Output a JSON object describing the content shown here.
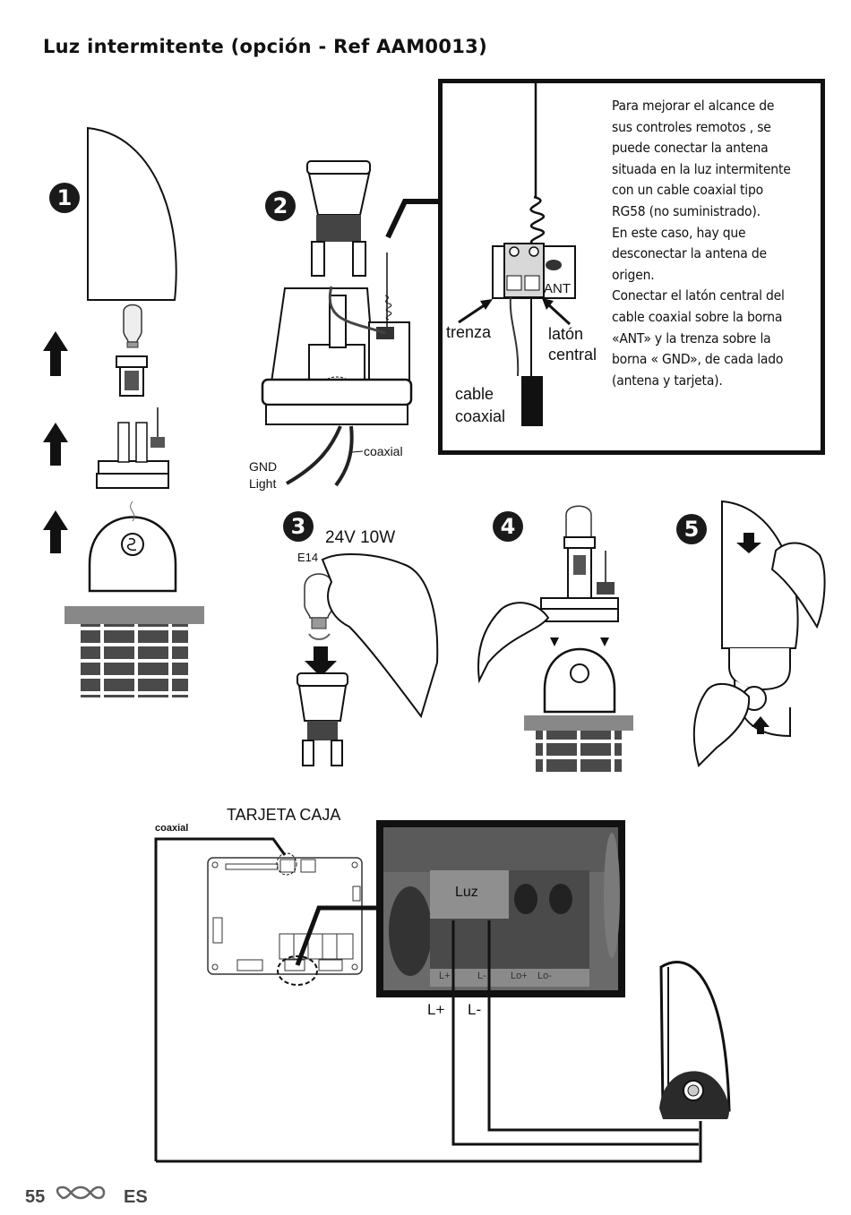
{
  "title": "Luz intermitente (opción - Ref AAM0013)",
  "steps": [
    "1",
    "2",
    "3",
    "4",
    "5"
  ],
  "info_box": {
    "text": "Para mejorar el alcance de\nsus controles remotos , se\npuede conectar la antena\nsituada en la luz intermitente\ncon un cable coaxial tipo\nRG58 (no suministrado).\nEn este caso, hay que\ndesconectar la antena de\norigen.\nConectar el latón central del\ncable coaxial sobre la borna\n«ANT» y la trenza sobre la\nborna « GND», de cada lado\n(antena y tarjeta).",
    "ant_label": "ANT",
    "trenza_label": "trenza",
    "laton_central_label": "latón\ncentral",
    "cable_coaxial_label": "cable\ncoaxial"
  },
  "step2_labels": {
    "gnd_light": "GND\nLight",
    "coaxial": "coaxial"
  },
  "step3_labels": {
    "bulb_spec": "24V 10W",
    "socket": "E14"
  },
  "wiring": {
    "coaxial_label": "coaxial",
    "board_title": "TARJETA CAJA",
    "luz_label": "Luz",
    "l_plus": "L+",
    "l_minus": "L-",
    "terminal_labels": [
      "L+",
      "L-",
      "Lo+",
      "Lo-"
    ]
  },
  "footer": {
    "page_number": "55",
    "language": "ES"
  }
}
